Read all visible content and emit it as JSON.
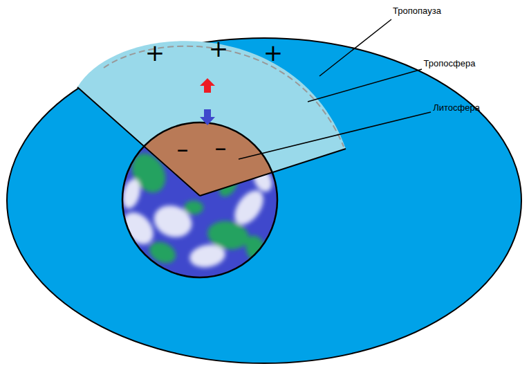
{
  "diagram": {
    "labels": [
      "Тропопауза",
      "Тропосфера",
      "Литосфера",
      "+",
      "+",
      "+",
      "–",
      "–"
    ]
  }
}
